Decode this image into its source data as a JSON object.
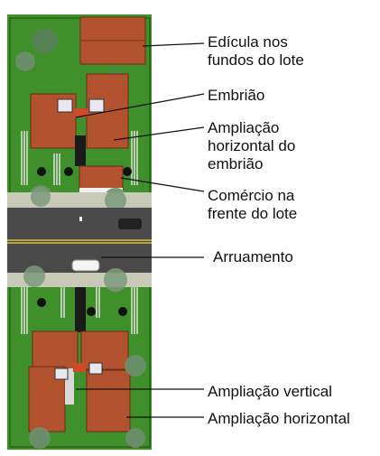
{
  "labels": {
    "edicula": "Edícula nos\nfundos do lote",
    "embriao": "Embrião",
    "ampliacao_horizontal_embriao": "Ampliação\nhorizontal do\nembrião",
    "comercio": "Comércio na\nfrente do lote",
    "arruamento": "Arruamento",
    "ampliacao_vertical": "Ampliação vertical",
    "ampliacao_horizontal": "Ampliação horizontal"
  },
  "colors": {
    "grass": "#3f8f2a",
    "roof": "#b3522e",
    "road": "#4a4a4a",
    "sidewalk": "#c9c9b8",
    "line": "#111111"
  }
}
